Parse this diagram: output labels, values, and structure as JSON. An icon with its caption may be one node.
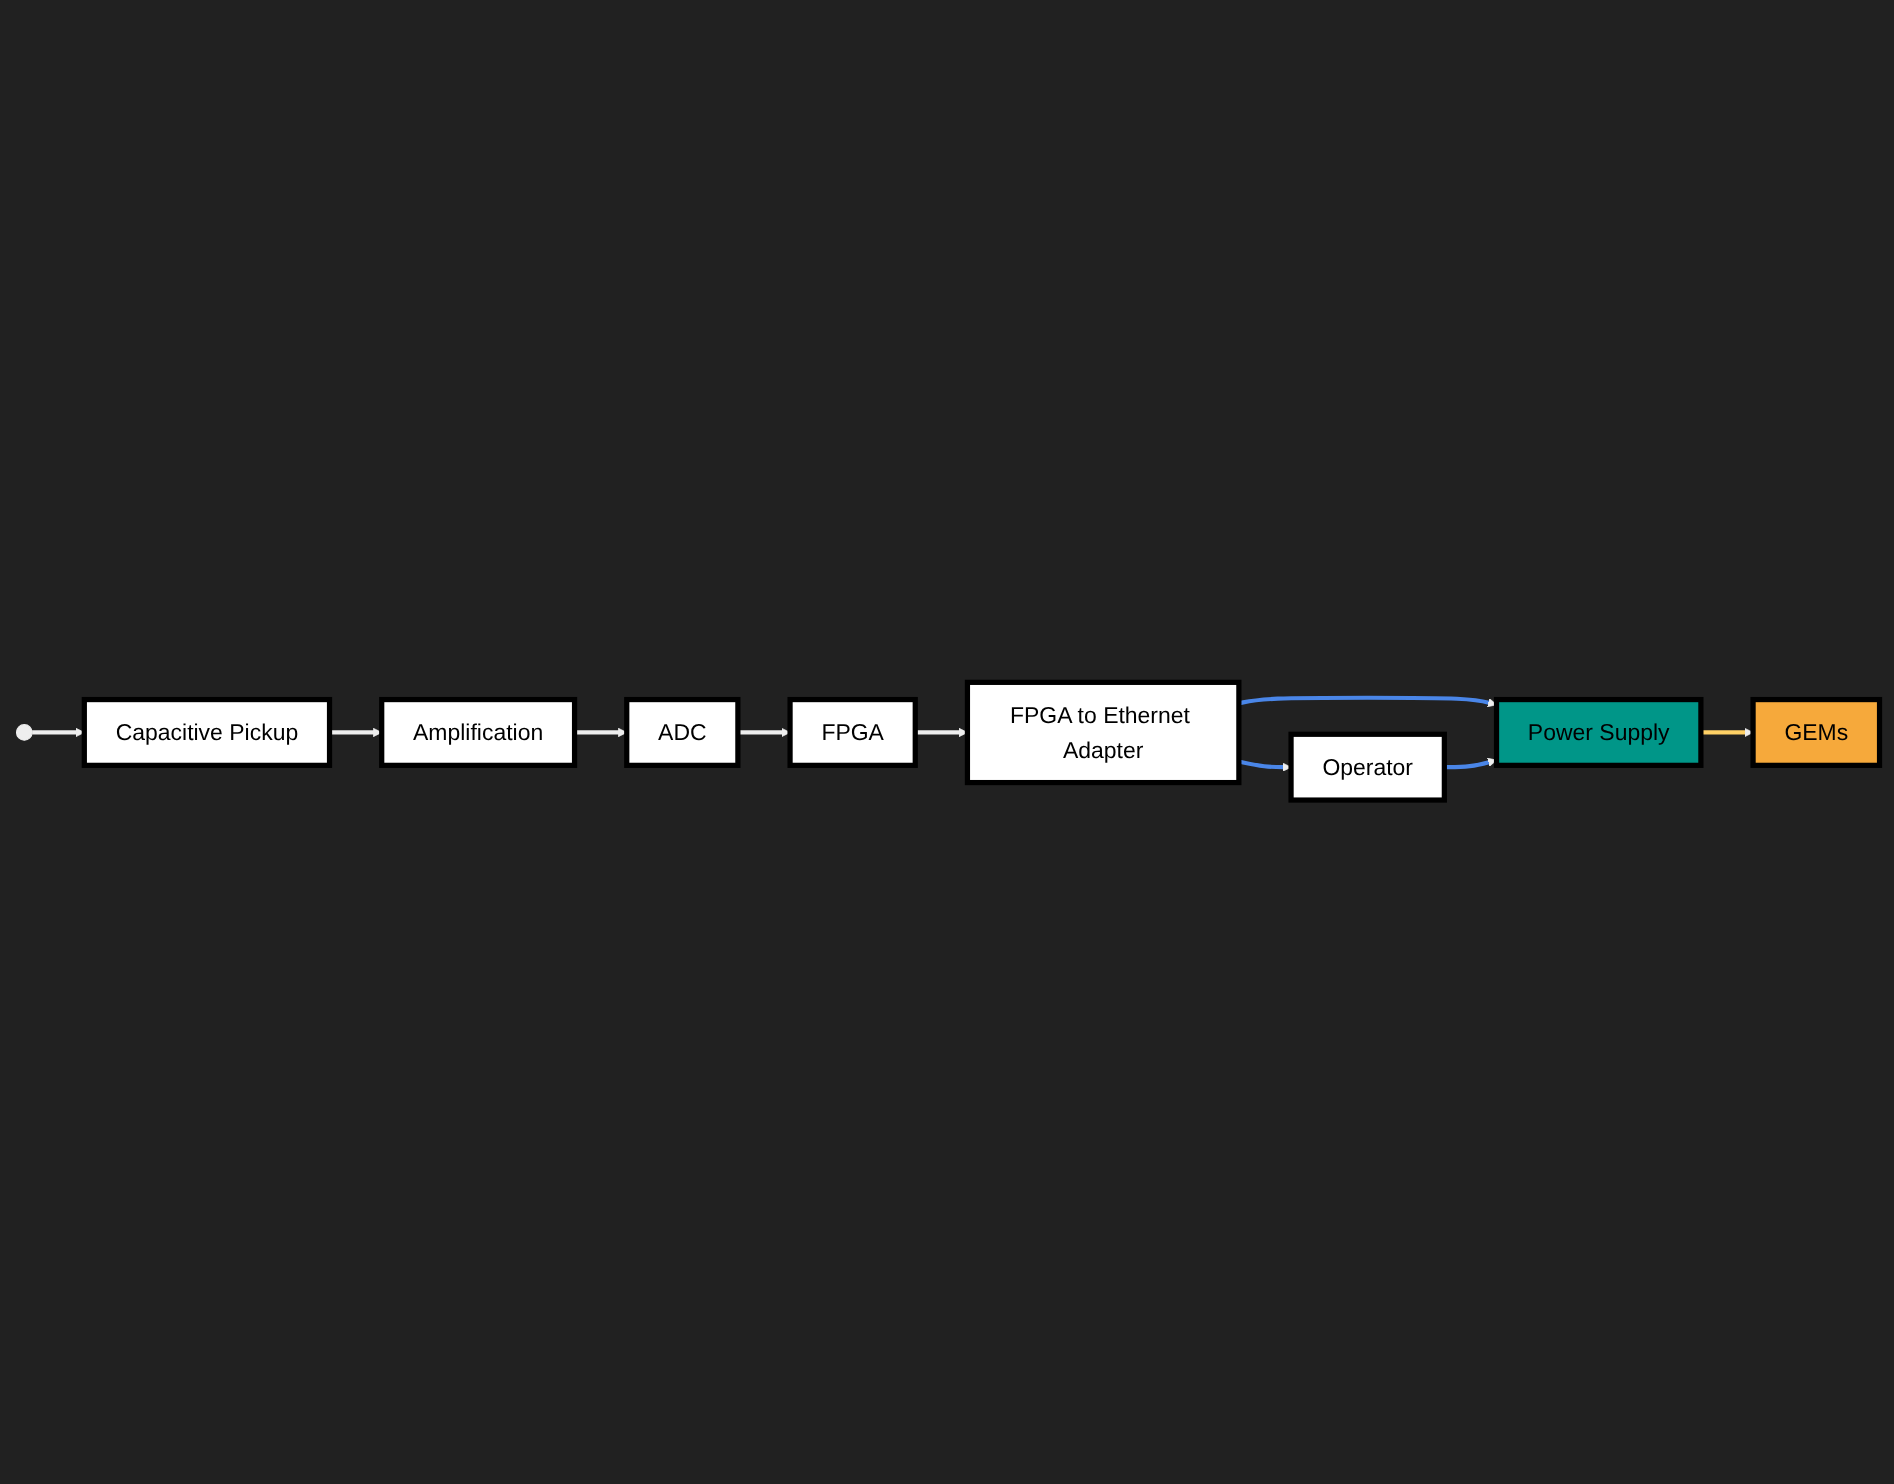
{
  "diagram": {
    "nodes": [
      {
        "text": [
          "GEMs"
        ]
      },
      {
        "text": [],
        "shape": "circle"
      },
      {
        "text": [
          "Capacitive Pickup"
        ]
      },
      {
        "text": [
          "Amplification"
        ]
      },
      {
        "text": [
          "ADC"
        ]
      },
      {
        "text": [
          "Power Supply"
        ]
      },
      {
        "text": [
          "FPGA"
        ]
      },
      {
        "text": [
          "FPGA to Ethernet Adapter"
        ]
      },
      {
        "text": [
          "Operator"
        ]
      }
    ],
    "edges": [
      {
        "from": 5,
        "to": 0,
        "arrow": "to",
        "color": "#ffd166"
      },
      {
        "from": 1,
        "to": 2,
        "arrow": "to"
      },
      {
        "from": 2,
        "to": 3,
        "arrow": "to"
      },
      {
        "from": 3,
        "to": 4,
        "arrow": "to"
      },
      {
        "from": 4,
        "to": 6,
        "arrow": "to"
      },
      {
        "from": 6,
        "to": 7,
        "arrow": "to"
      },
      {
        "from": 7,
        "to": 5,
        "arrow": "to",
        "color": "#4a86e8"
      },
      {
        "from": 7,
        "to": 8,
        "arrow": "to",
        "color": "#4a86e8"
      },
      {
        "from": 8,
        "to": 5,
        "arrow": "to",
        "color": "#4a86e8"
      }
    ]
  }
}
